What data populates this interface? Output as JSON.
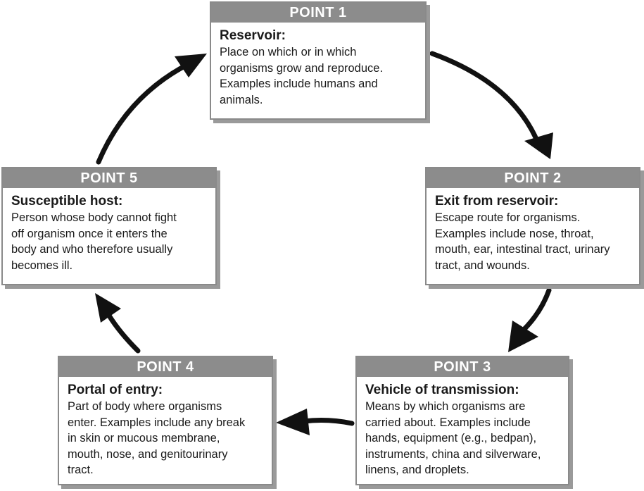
{
  "points": [
    {
      "header": "POINT 1",
      "title": "Reservoir:",
      "lines": [
        "Place on which or in which",
        "organisms grow and reproduce.",
        "Examples include humans and",
        "animals."
      ]
    },
    {
      "header": "POINT 2",
      "title": "Exit from reservoir:",
      "lines": [
        "Escape route for organisms.",
        "Examples include nose, throat,",
        "mouth, ear, intestinal tract, urinary",
        "tract, and wounds."
      ]
    },
    {
      "header": "POINT 3",
      "title": "Vehicle of transmission:",
      "lines": [
        "Means by which organisms are",
        "carried about.  Examples include",
        "hands, equipment (e.g., bedpan),",
        "instruments, china and silverware,",
        "linens, and droplets."
      ]
    },
    {
      "header": "POINT 4",
      "title": "Portal of entry:",
      "lines": [
        "Part of body where organisms",
        "enter.  Examples include any break",
        "in skin or mucous membrane,",
        "mouth, nose, and genitourinary",
        "tract."
      ]
    },
    {
      "header": "POINT 5",
      "title": "Susceptible host:",
      "lines": [
        "Person whose body cannot fight",
        "off organism once it enters the",
        "body and who therefore usually",
        "becomes ill."
      ]
    }
  ],
  "colors": {
    "header_bg": "#8c8c8c",
    "arrow": "#111111"
  }
}
